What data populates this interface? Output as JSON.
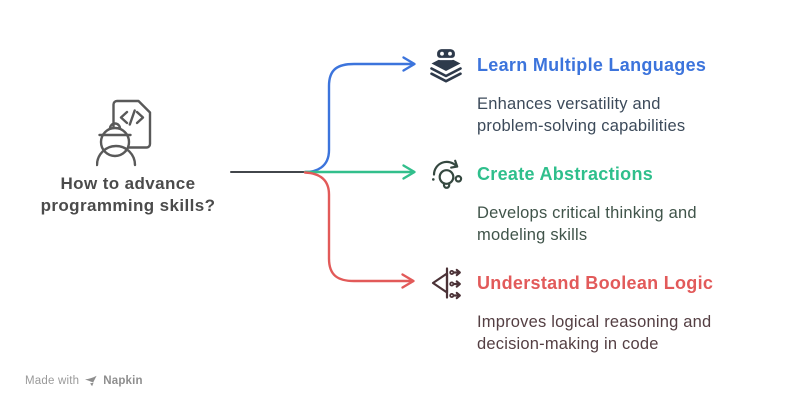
{
  "topic": {
    "label": "How to advance\nprogramming skills?",
    "icon": "engineer-code-document-icon"
  },
  "branches": [
    {
      "title": "Learn Multiple Languages",
      "description": "Enhances versatility and\nproblem-solving capabilities",
      "icon": "gamepad-layers-icon"
    },
    {
      "title": "Create Abstractions",
      "description": "Develops critical thinking and\nmodeling skills",
      "icon": "lightbulb-cycle-icon"
    },
    {
      "title": "Understand Boolean Logic",
      "description": "Improves logical reasoning and\ndecision-making in code",
      "icon": "funnel-split-arrows-icon"
    }
  ],
  "watermark": {
    "prefix": "Made with",
    "brand": "Napkin",
    "icon": "napkin-logo-icon"
  },
  "colors": {
    "trunk": "#42464B",
    "blue": "#3C74DC",
    "green": "#32BF8C",
    "red": "#E25A59",
    "topic_text": "#4B4B4B",
    "root_icon": "#595959",
    "icon_languages": "#2E3A4B",
    "icon_abstractions": "#354840",
    "icon_boolean": "#4B3237",
    "desc_languages": "#3C4A5A",
    "desc_abstractions": "#40544A",
    "desc_boolean": "#543F43",
    "watermark": "#9A9A9A"
  }
}
